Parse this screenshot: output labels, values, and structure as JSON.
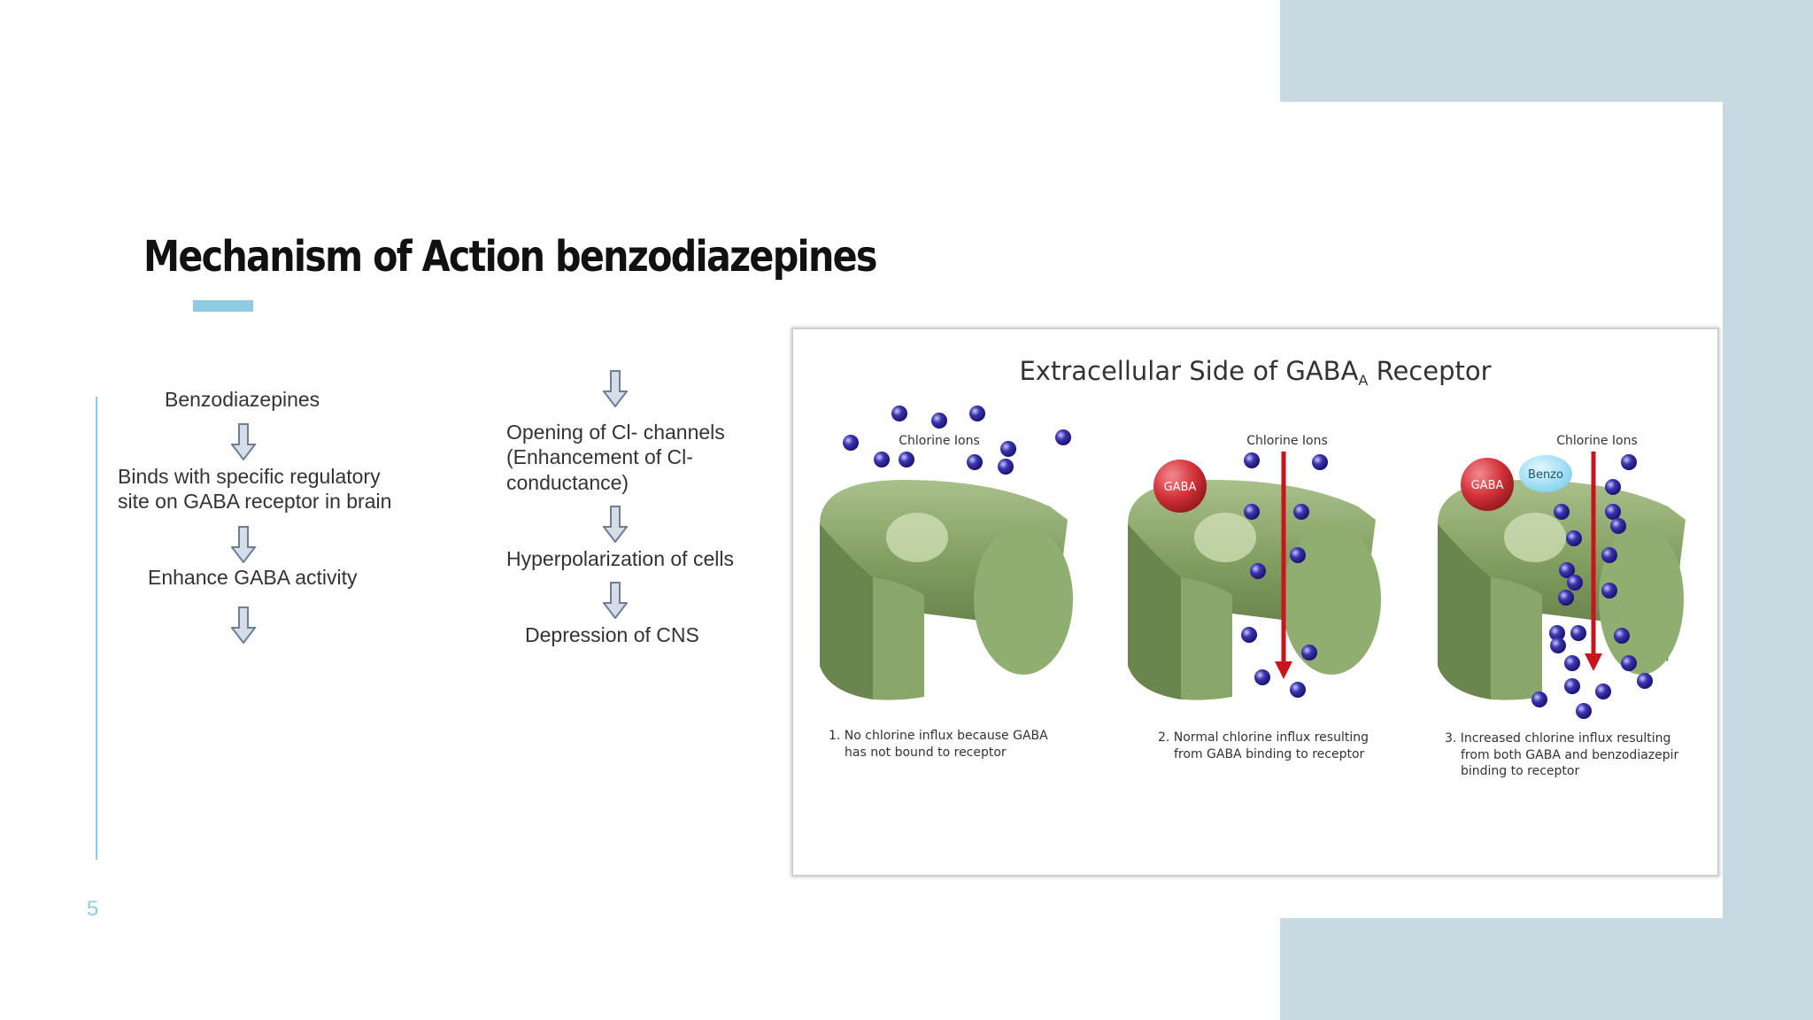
{
  "slide": {
    "title": "Mechanism of Action benzodiazepines",
    "page_number": "5"
  },
  "flowchart": {
    "column1": [
      "Benzodiazepines",
      "Binds with specific regulatory",
      "site on GABA receptor in brain",
      "Enhance GABA activity"
    ],
    "column2": [
      "Opening of Cl- channels",
      "(Enhancement of Cl-",
      "conductance)",
      "Hyperpolarization of cells",
      "Depression of CNS"
    ]
  },
  "figure": {
    "title_main": "Extracellular Side of GABA",
    "title_subscript": "A",
    "title_end": "Receptor",
    "ion_label": "Chlorine Ions",
    "gaba_label": "GABA",
    "benzo_label": "Benzo",
    "captions": [
      [
        "1. No chlorine influx because GABA",
        "has not bound to receptor"
      ],
      [
        "2. Normal chlorine influx resulting",
        "from GABA binding to receptor"
      ],
      [
        "3. Increased chlorine influx resulting",
        "from both GABA and benzodiazepir",
        "binding to receptor"
      ]
    ]
  },
  "colors": {
    "accent": "#8fcbe3",
    "deco": "#c8dae1",
    "receptor_green": "#7f9b5e",
    "ion_blue": "#3b35b0",
    "gaba_red": "#d3323a",
    "benzo_cyan": "#7fd1ee",
    "flow_arrow": "#d50d14"
  }
}
